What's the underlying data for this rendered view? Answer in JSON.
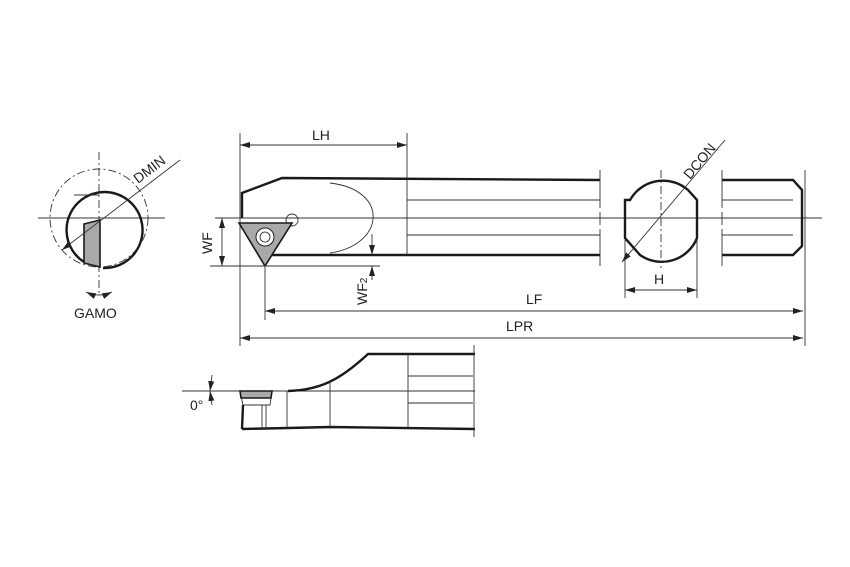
{
  "labels": {
    "dmin": "DMIN",
    "gamo": "GAMO",
    "lh": "LH",
    "wf": "WF",
    "wf2_main": "WF",
    "wf2_sub": "2",
    "lf": "LF",
    "lpr": "LPR",
    "dcon": "DCON",
    "h": "H",
    "angle": "0°"
  },
  "colors": {
    "insert": "#a9a9a9",
    "line": "#1a1a1a"
  }
}
